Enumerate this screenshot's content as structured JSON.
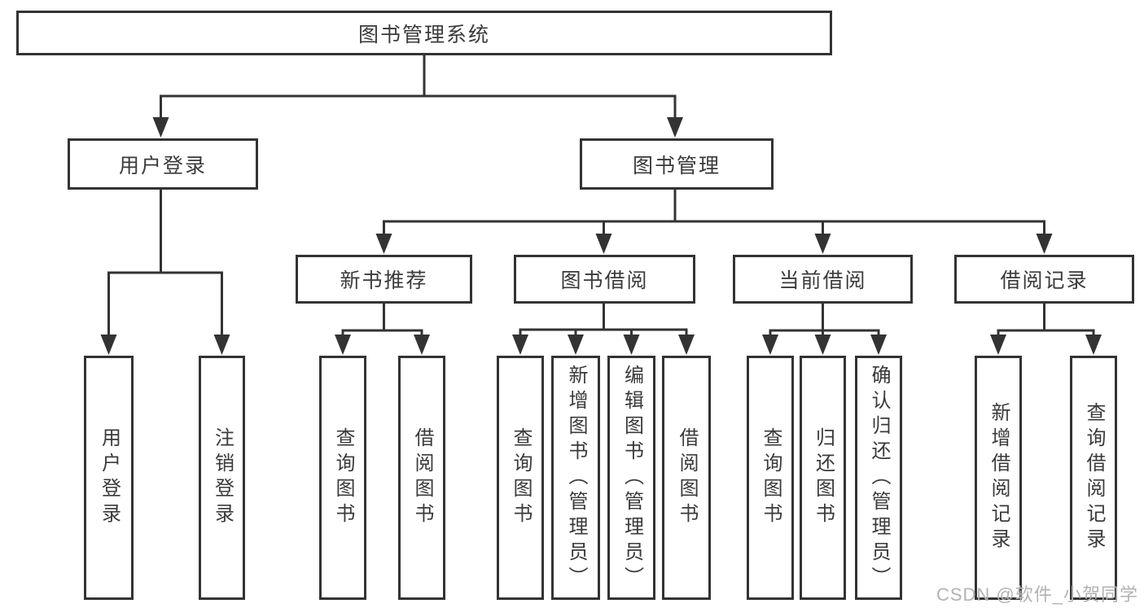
{
  "diagram": {
    "title": {
      "label": "图书管理系统"
    },
    "level2": [
      {
        "label": "用户登录"
      },
      {
        "label": "图书管理"
      }
    ],
    "level3": [
      {
        "label": "新书推荐"
      },
      {
        "label": "图书借阅"
      },
      {
        "label": "当前借阅"
      },
      {
        "label": "借阅记录"
      }
    ],
    "leaves": [
      {
        "parent": "用户登录",
        "label": "用户登录"
      },
      {
        "parent": "用户登录",
        "label": "注销登录"
      },
      {
        "parent": "新书推荐",
        "label": "查询图书"
      },
      {
        "parent": "新书推荐",
        "label": "借阅图书"
      },
      {
        "parent": "图书借阅",
        "label": "查询图书"
      },
      {
        "parent": "图书借阅",
        "label": "新增图书（管理员）"
      },
      {
        "parent": "图书借阅",
        "label": "编辑图书（管理员）"
      },
      {
        "parent": "图书借阅",
        "label": "借阅图书"
      },
      {
        "parent": "当前借阅",
        "label": "查询图书"
      },
      {
        "parent": "当前借阅",
        "label": "归还图书"
      },
      {
        "parent": "当前借阅",
        "label": "确认归还（管理员）"
      },
      {
        "parent": "借阅记录",
        "label": "新增借阅记录"
      },
      {
        "parent": "借阅记录",
        "label": "查询借阅记录"
      }
    ],
    "colors": {
      "line": "#333333",
      "text": "#3a3a3a",
      "watermark": "#b2b2b4",
      "background": "#ffffff"
    }
  },
  "watermark": {
    "label": "CSDN @软件_小贺同学"
  }
}
